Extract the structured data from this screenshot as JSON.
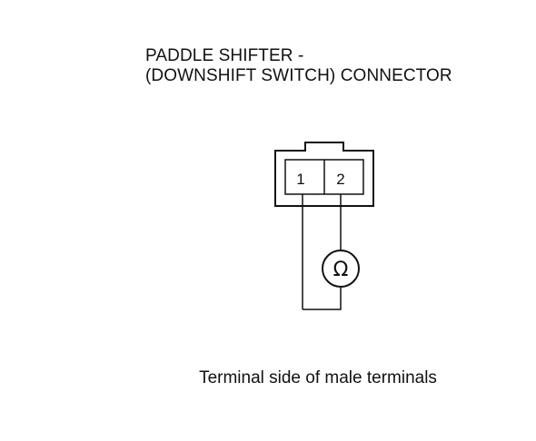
{
  "title": {
    "line1": "PADDLE SHIFTER  -",
    "line2": "(DOWNSHIFT SWITCH) CONNECTOR"
  },
  "connector": {
    "pins": [
      "1",
      "2"
    ]
  },
  "meter": {
    "symbol": "Ω",
    "icon": "ohmmeter-icon"
  },
  "caption": "Terminal side of male terminals",
  "colors": {
    "line": "#111111",
    "background": "#ffffff"
  }
}
